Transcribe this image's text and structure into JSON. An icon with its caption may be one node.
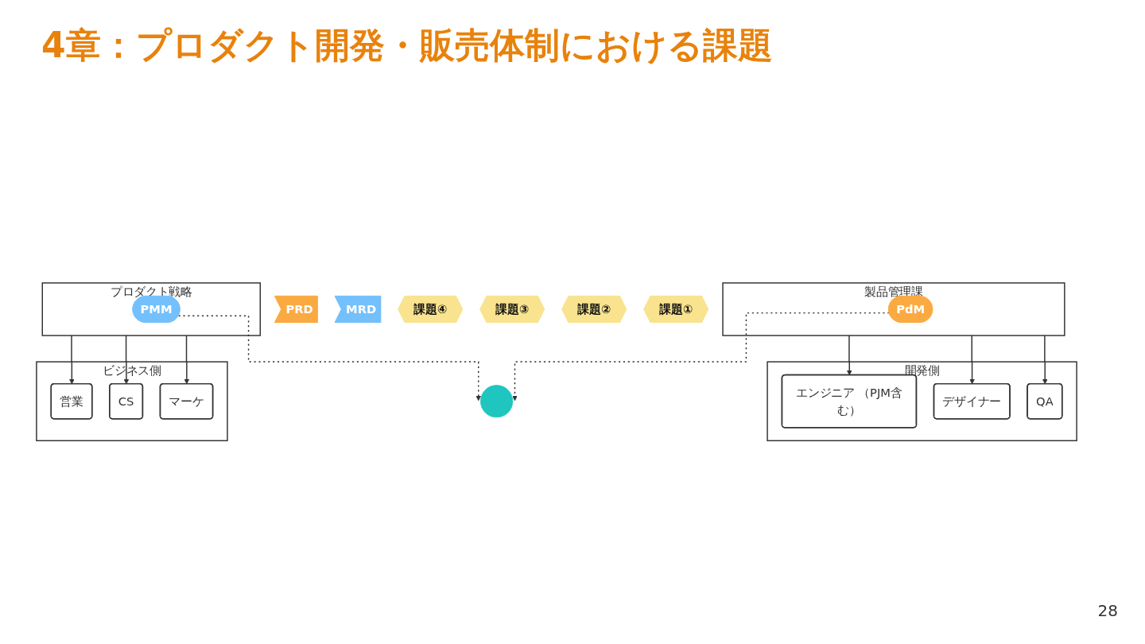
{
  "diagram": {
    "title": "4章：プロダクト開発・販売体制における課題",
    "nodes": [
      {
        "text": [
          "開発側"
        ]
      },
      {
        "text": [
          "エンジニア （PJM含む）"
        ],
        "in": 0
      },
      {
        "text": [
          "デザイナー"
        ],
        "in": 0
      },
      {
        "text": [
          "QA"
        ],
        "in": 0
      },
      {
        "text": [
          "製品管理課"
        ]
      },
      {
        "text": [
          "PdM"
        ],
        "in": 4
      },
      {
        "text": [
          "プロダクト戦略"
        ]
      },
      {
        "text": [
          "PMM"
        ],
        "in": 6
      },
      {
        "text": [
          "ビジネス側"
        ]
      },
      {
        "text": [
          "営業"
        ],
        "in": 8
      },
      {
        "text": [
          "CS"
        ],
        "in": 8
      },
      {
        "text": [
          "マーケ"
        ],
        "in": 8
      },
      {
        "text": [],
        "shape": "circle"
      },
      {
        "text": [
          "PRD"
        ]
      },
      {
        "text": [
          "MRD"
        ]
      },
      {
        "text": [
          "課題④"
        ]
      },
      {
        "text": [
          "課題③"
        ]
      },
      {
        "text": [
          "課題②"
        ]
      },
      {
        "text": [
          "課題①"
        ]
      }
    ],
    "edges": [
      {
        "from": 4,
        "to": 1,
        "arrow": "to"
      },
      {
        "from": 4,
        "to": 2,
        "arrow": "to"
      },
      {
        "from": 4,
        "to": 3,
        "arrow": "to"
      },
      {
        "from": 6,
        "to": 9,
        "arrow": "to"
      },
      {
        "from": 6,
        "to": 10,
        "arrow": "to"
      },
      {
        "from": 6,
        "to": 11,
        "arrow": "to"
      },
      {
        "from": 5,
        "to": 12,
        "arrow": "to",
        "style": "dashed"
      },
      {
        "from": 7,
        "to": 12,
        "arrow": "to",
        "style": "dashed"
      }
    ],
    "labels": [
      "28"
    ]
  }
}
